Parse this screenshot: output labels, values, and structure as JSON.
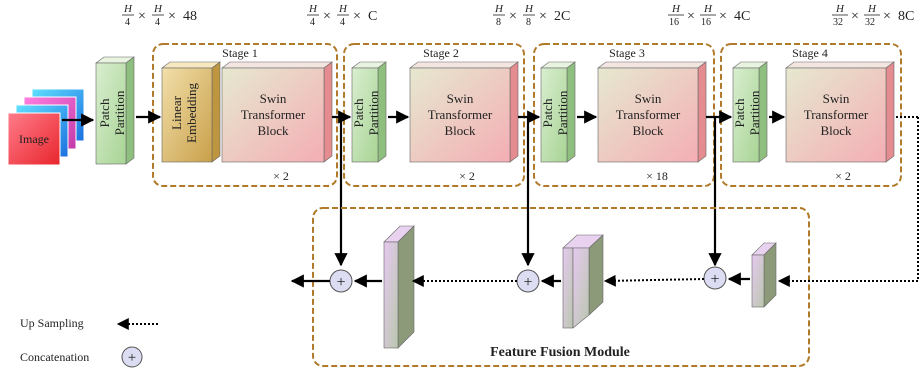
{
  "dims": {
    "d0": {
      "n1": "H",
      "d1": "4",
      "n2": "H",
      "d2": "4",
      "tail": "48"
    },
    "d1": {
      "n1": "H",
      "d1": "4",
      "n2": "H",
      "d2": "4",
      "tail": "C"
    },
    "d2": {
      "n1": "H",
      "d1": "8",
      "n2": "H",
      "d2": "8",
      "tail": "2C"
    },
    "d3": {
      "n1": "H",
      "d1": "16",
      "n2": "H",
      "d2": "16",
      "tail": "4C"
    },
    "d4": {
      "n1": "H",
      "d1": "32",
      "n2": "H",
      "d2": "32",
      "tail": "8C"
    },
    "times": "×"
  },
  "input": {
    "label": "Image"
  },
  "patch": {
    "line1": "Patch",
    "line2": "Partition"
  },
  "linear": {
    "line1": "Linear",
    "line2": "Embedding"
  },
  "swin": {
    "line1": "Swin",
    "line2": "Transformer",
    "line3": "Block"
  },
  "stages": [
    {
      "title": "Stage 1",
      "repeat": "× 2"
    },
    {
      "title": "Stage 2",
      "repeat": "× 2"
    },
    {
      "title": "Stage 3",
      "repeat": "× 18"
    },
    {
      "title": "Stage 4",
      "repeat": "× 2"
    }
  ],
  "fusion": {
    "title": "Feature Fusion Module",
    "plus": "+"
  },
  "legend": {
    "upsampling": "Up Sampling",
    "concatenation": "Concatenation",
    "plus": "+"
  },
  "colors": {
    "dashed_border": "#b07a2a",
    "patch_green": "#b9dca6",
    "swin_pink": "#f3b9b9",
    "linear_gold": "#d9b45a",
    "fusion_purple": "#c8a4d4",
    "concat_fill": "#dcdcf2"
  }
}
